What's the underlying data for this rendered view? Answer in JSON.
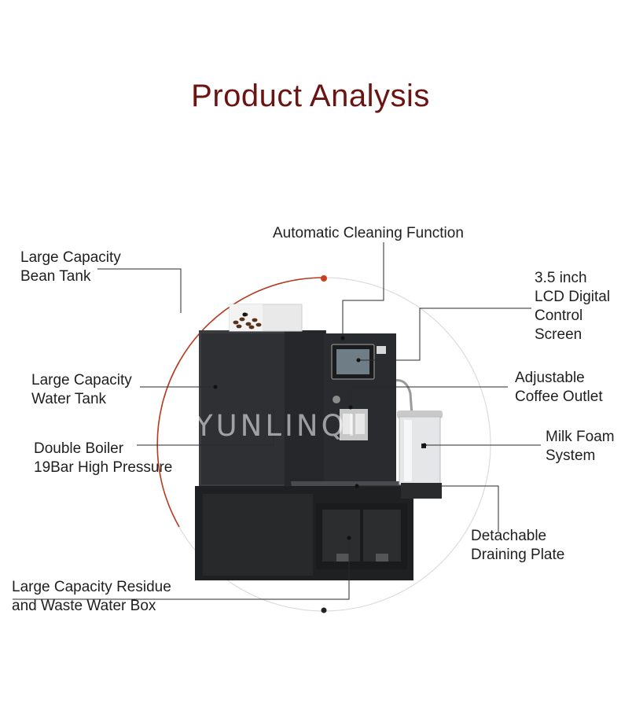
{
  "title": "Product Analysis",
  "watermark": "YUNLINQI",
  "colors": {
    "title": "#6a1414",
    "arc_accent": "#b83a1e",
    "machine_body": "#2f3033",
    "machine_dark": "#1c1d1f"
  },
  "callouts": {
    "bean_tank": [
      "Large Capacity",
      "Bean Tank"
    ],
    "cleaning": [
      "Automatic Cleaning Function"
    ],
    "lcd": [
      "3.5 inch",
      "LCD Digital",
      "Control",
      "Screen"
    ],
    "water_tank": [
      "Large Capacity",
      "Water Tank"
    ],
    "coffee_outlet": [
      "Adjustable",
      "Coffee Outlet"
    ],
    "boiler": [
      "Double Boiler",
      "19Bar High Pressure"
    ],
    "milk_foam": [
      "Milk Foam",
      "System"
    ],
    "draining_plate": [
      "Detachable",
      "Draining Plate"
    ],
    "waste_box": [
      "Large Capacity Residue",
      "and Waste Water Box"
    ]
  }
}
